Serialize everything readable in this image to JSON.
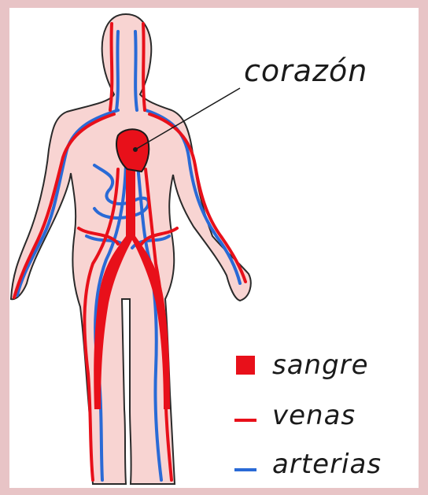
{
  "labels": {
    "heart": "corazón"
  },
  "legend": {
    "items": [
      {
        "label": "sangre",
        "color": "#e8101a",
        "symbol": "square"
      },
      {
        "label": "venas",
        "color": "#e8101a",
        "symbol": "line"
      },
      {
        "label": "arterias",
        "color": "#2a6ad6",
        "symbol": "line"
      }
    ]
  },
  "colors": {
    "background": "#e8c4c6",
    "skin": "#f8d4d2",
    "red": "#e8101a",
    "blue": "#2a6ad6",
    "outline": "#2a2a2a"
  }
}
